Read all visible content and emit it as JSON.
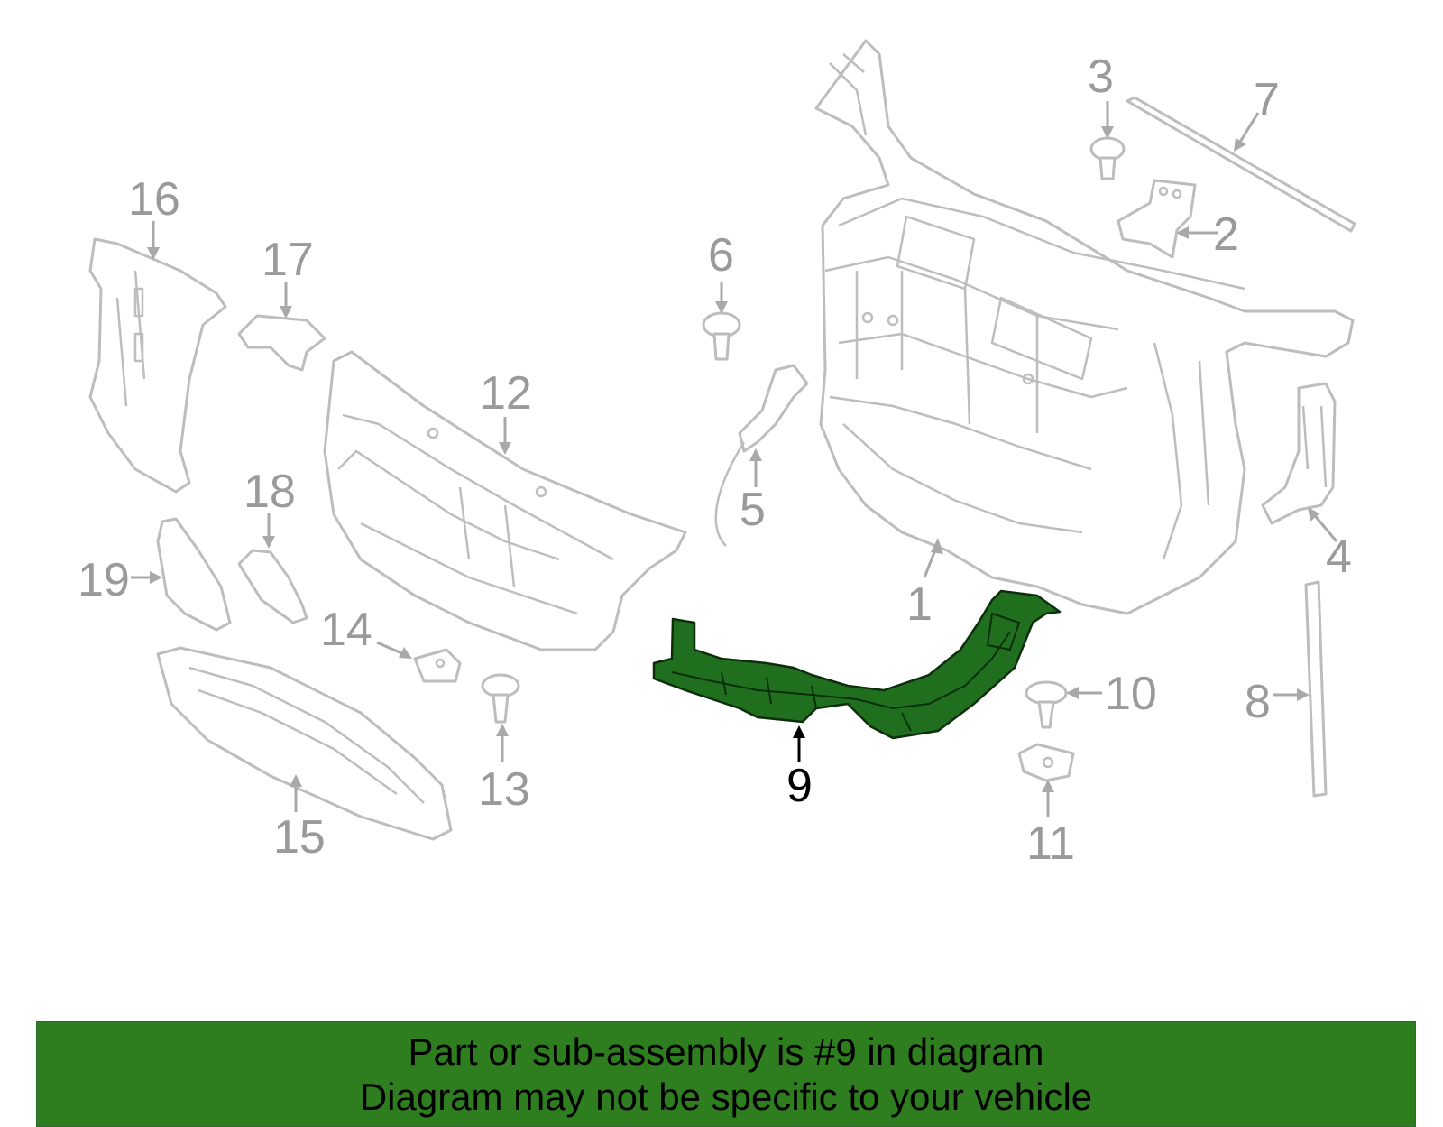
{
  "callouts": [
    {
      "id": "1",
      "label": "1"
    },
    {
      "id": "2",
      "label": "2"
    },
    {
      "id": "3",
      "label": "3"
    },
    {
      "id": "4",
      "label": "4"
    },
    {
      "id": "5",
      "label": "5"
    },
    {
      "id": "6",
      "label": "6"
    },
    {
      "id": "7",
      "label": "7"
    },
    {
      "id": "8",
      "label": "8"
    },
    {
      "id": "9",
      "label": "9"
    },
    {
      "id": "10",
      "label": "10"
    },
    {
      "id": "11",
      "label": "11"
    },
    {
      "id": "12",
      "label": "12"
    },
    {
      "id": "13",
      "label": "13"
    },
    {
      "id": "14",
      "label": "14"
    },
    {
      "id": "15",
      "label": "15"
    },
    {
      "id": "16",
      "label": "16"
    },
    {
      "id": "17",
      "label": "17"
    },
    {
      "id": "18",
      "label": "18"
    },
    {
      "id": "19",
      "label": "19"
    }
  ],
  "highlighted_part": "9",
  "colors": {
    "highlight_fill": "#1f6f1f",
    "banner_bg": "#2e7d1f",
    "part_outline": "#bdbdbd",
    "callout_text": "#9a9a9a"
  },
  "banner": {
    "line1": "Part or sub-assembly is #9 in diagram",
    "line2": "Diagram may not be specific to your vehicle"
  }
}
